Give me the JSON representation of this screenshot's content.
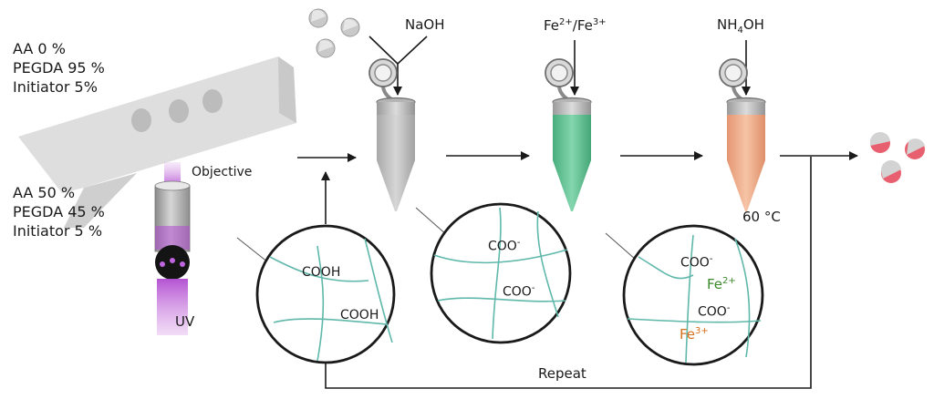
{
  "recipe_top": {
    "aa": "AA 0 %",
    "pegda": "PEGDA 95 %",
    "initiator": "Initiator 5%"
  },
  "recipe_bottom": {
    "aa": "AA 50 %",
    "pegda": "PEGDA 45 %",
    "initiator": "Initiator 5 %"
  },
  "objective_label": "Objective",
  "uv_label": "UV",
  "reagents": {
    "naoh": "NaOH",
    "fe_base": "Fe",
    "fe_charge1": "2+",
    "fe_sep": "/Fe",
    "fe_charge2": "3+",
    "nh_base": "NH",
    "nh_sub": "4",
    "nh_tail": "OH"
  },
  "temperature": "60 °C",
  "circle1": {
    "group1": "COOH",
    "group2": "COOH"
  },
  "circle2": {
    "group1_base": "COO",
    "group1_sup": "-",
    "group2_base": "COO",
    "group2_sup": "-"
  },
  "circle3": {
    "group1_base": "COO",
    "group1_sup": "-",
    "ion1_base": "Fe",
    "ion1_sup": "2+",
    "group2_base": "COO",
    "group2_sup": "-",
    "ion2_base": "Fe",
    "ion2_sup": "3+"
  },
  "repeat_label": "Repeat",
  "colors": {
    "tube_gray": "#c4c4c4",
    "tube_green": "#63c292",
    "tube_orange": "#eeaa85",
    "uv_purple": "#b04ad0",
    "fiber_teal": "#5fb8aa",
    "particle_red": "#e86070"
  }
}
